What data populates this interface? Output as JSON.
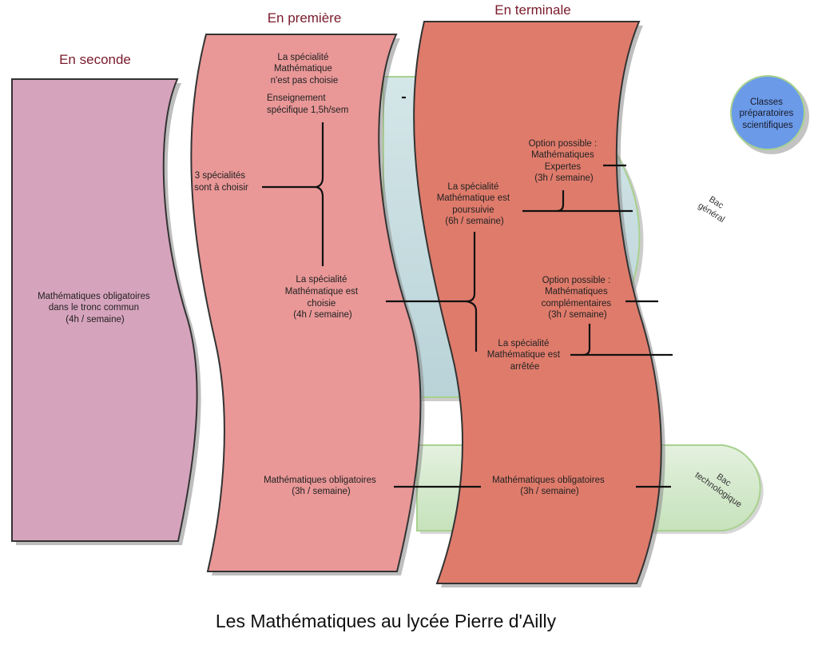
{
  "title": "Les Mathématiques au lycée Pierre d'Ailly",
  "columns": {
    "seconde": {
      "title": "En seconde",
      "label": [
        "Mathématiques obligatoires",
        "dans le tronc commun",
        "(4h / semaine)"
      ]
    },
    "premiere": {
      "title": "En première",
      "not_chosen": [
        "La spécialité",
        "Mathématique",
        "n'est pas choisie"
      ],
      "specific": [
        "Enseignement",
        "spécifique 1,5h/sem"
      ],
      "three_spec": [
        "3 spécialités",
        "sont à choisir"
      ],
      "chosen": [
        "La spécialité",
        "Mathématique est",
        "choisie",
        "(4h / semaine)"
      ],
      "obligatory": [
        "Mathématiques obligatoires",
        "(3h / semaine)"
      ]
    },
    "terminale": {
      "title": "En terminale",
      "option_expertes": [
        "Option possible :",
        "Mathématiques",
        "Expertes",
        "(3h / semaine)"
      ],
      "poursuivie": [
        "La spécialité",
        "Mathématique est",
        "poursuivie",
        "(6h / semaine)"
      ],
      "option_complementaires": [
        "Option possible :",
        "Mathématiques",
        "complémentaires",
        "(3h / semaine)"
      ],
      "arretee": [
        "La spécialité",
        "Mathématique est",
        "arrêtée"
      ],
      "obligatory": [
        "Mathématiques obligatoires",
        "(3h / semaine)"
      ]
    }
  },
  "destinations": {
    "bac_general": [
      "Bac",
      "général"
    ],
    "bac_technologique": [
      "Bac",
      "technologique"
    ],
    "prepa": [
      "Classes",
      "préparatoires",
      "scientifiques"
    ]
  },
  "colors": {
    "seconde_fill": "#d6a3bc",
    "premiere_fill": "#e99797",
    "terminale_fill": "#df7b6b",
    "bac_general_fill": "#c9dfe2",
    "bac_general_stroke": "#a8d18f",
    "bac_techno_fill": "#d3e8cc",
    "bac_techno_stroke": "#a8d18f",
    "prepa_fill": "#6a9ae8",
    "prepa_stroke": "#a8d18f",
    "title_color": "#7a1a2a"
  }
}
